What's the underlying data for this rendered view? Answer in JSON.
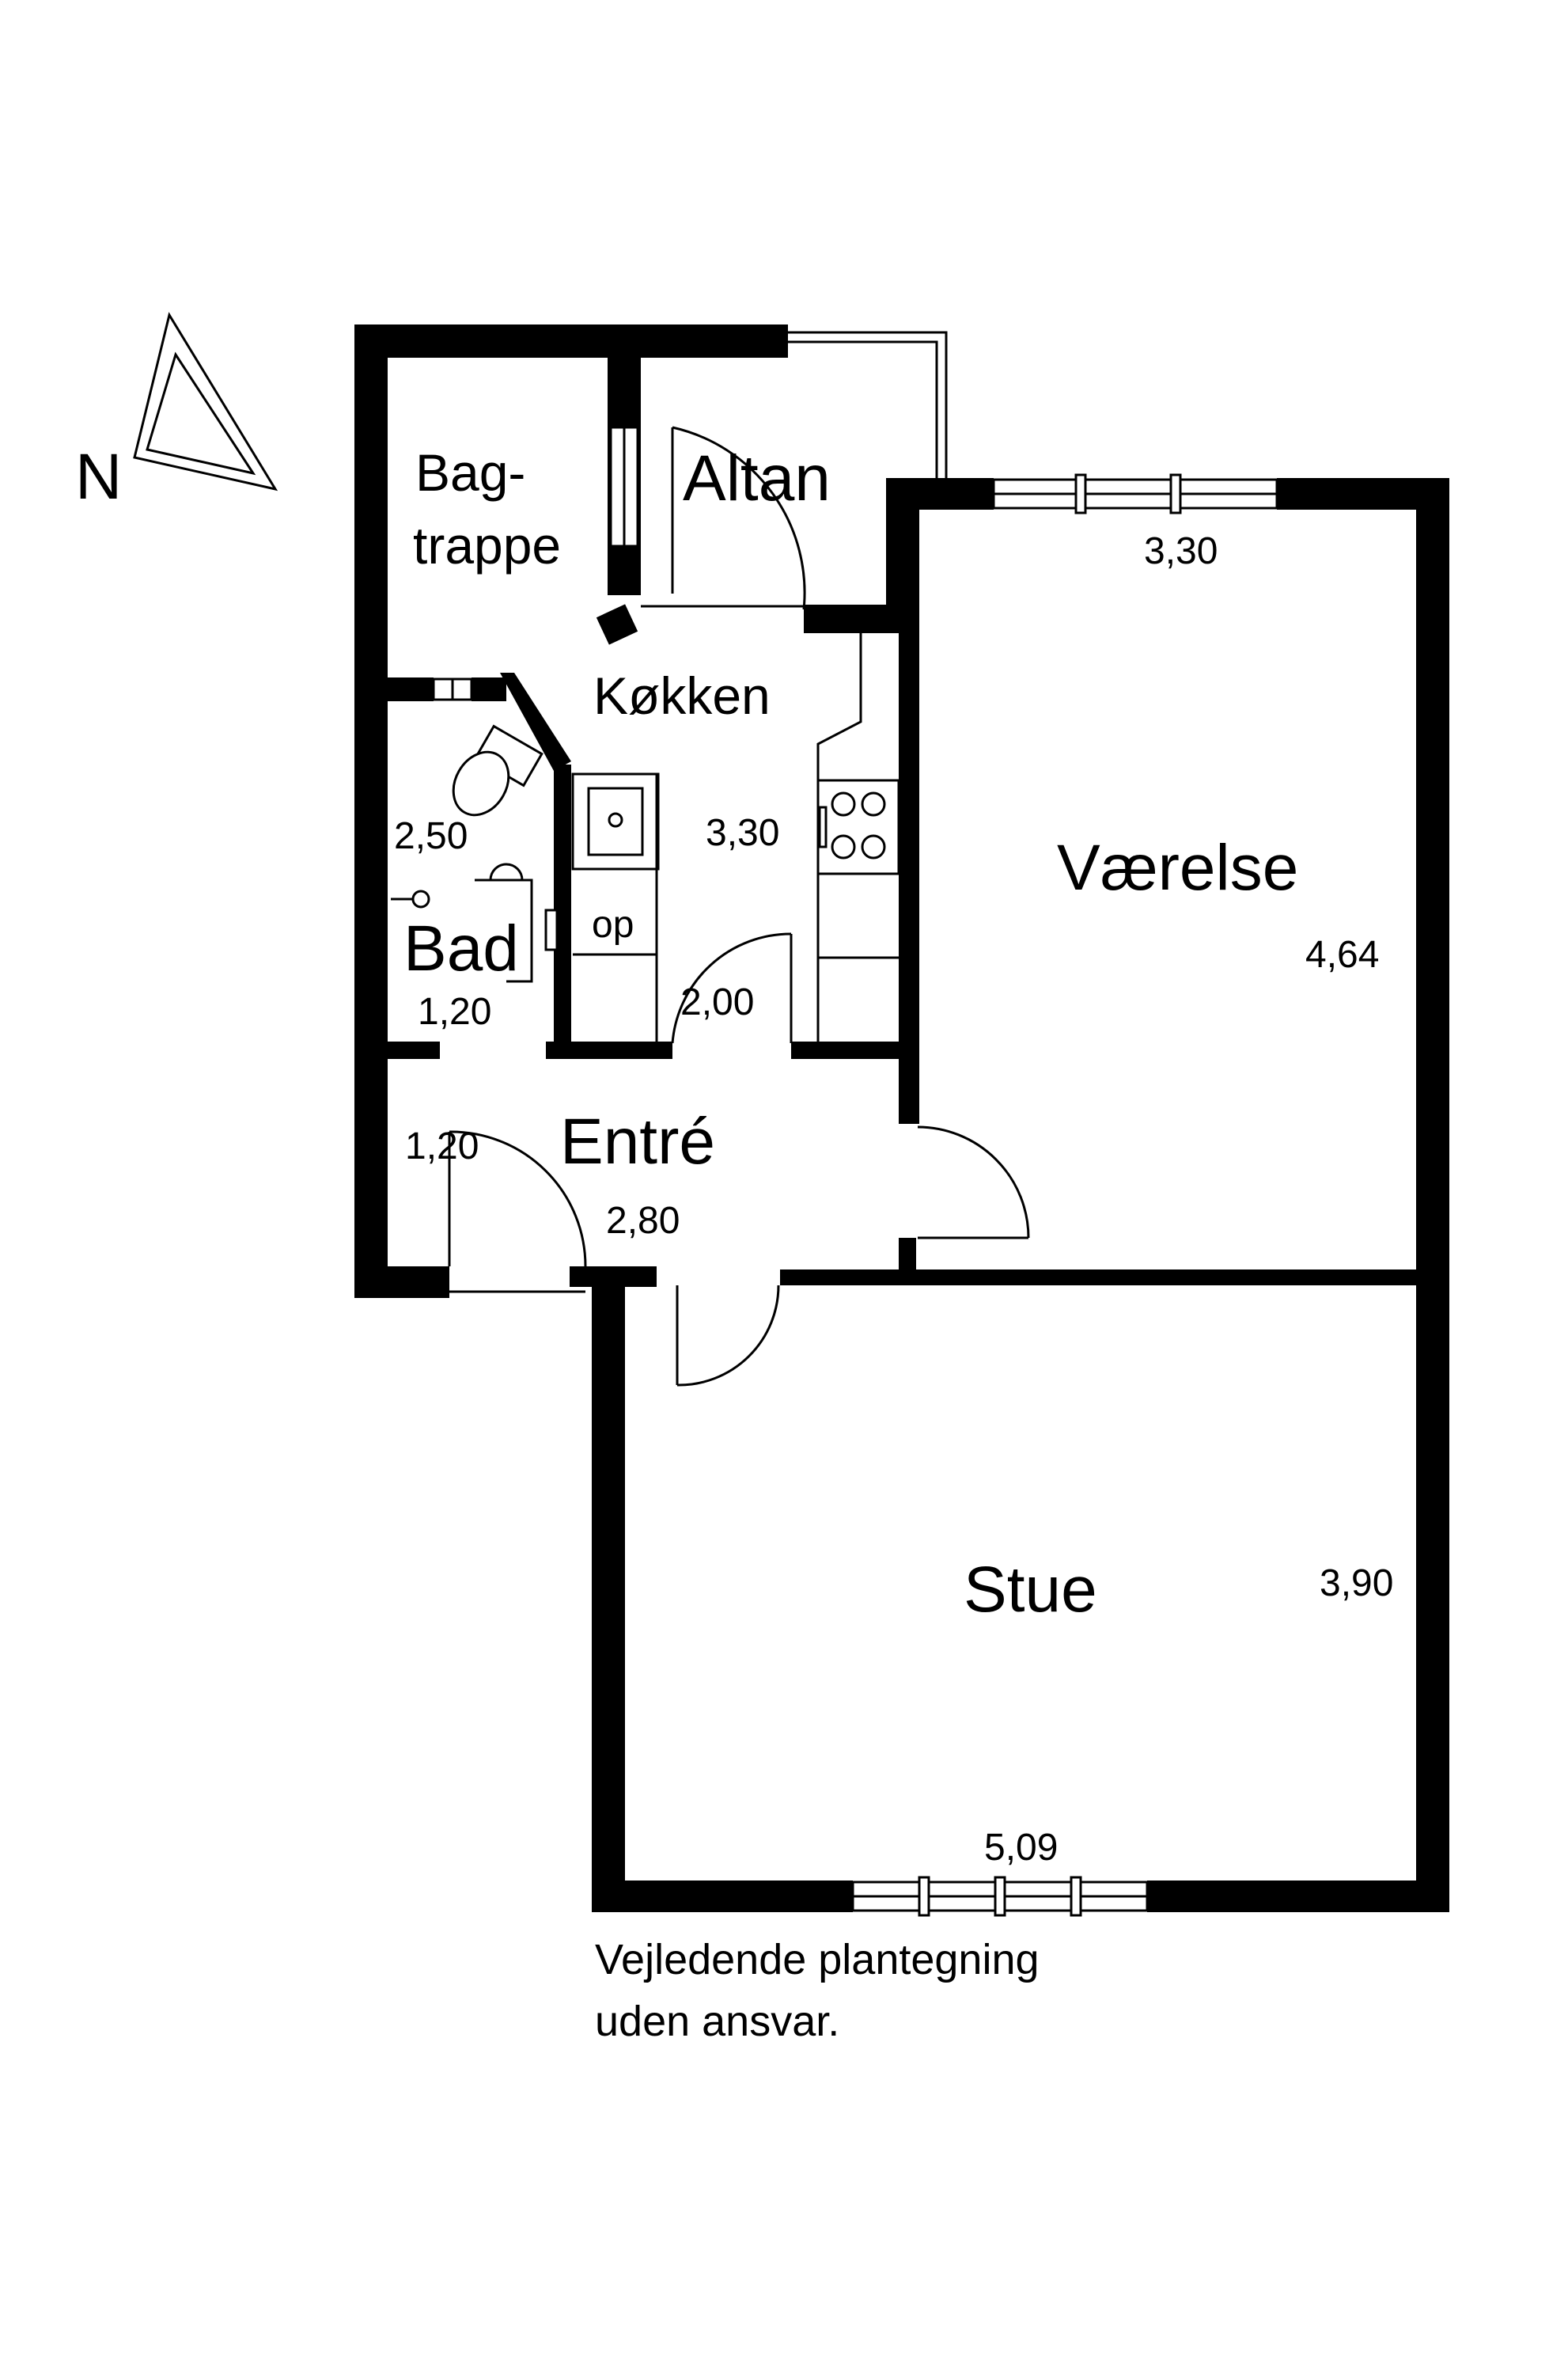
{
  "compass": {
    "label": "N"
  },
  "rooms": {
    "bagtrappe": {
      "line1": "Bag-",
      "line2": "trappe"
    },
    "altan": "Altan",
    "kokken": "Køkken",
    "bad": "Bad",
    "entre": "Entré",
    "vaerelse": "Værelse",
    "stue": "Stue"
  },
  "fixtures": {
    "op": "op"
  },
  "dimensions": {
    "vaerelse_width": "3,30",
    "vaerelse_length": "4,64",
    "kokken_length": "3,30",
    "kokken_width": "2,00",
    "bad_length": "2,50",
    "bad_width": "1,20",
    "entre_width": "1,20",
    "entre_length": "2,80",
    "stue_width": "5,09",
    "stue_length": "3,90"
  },
  "disclaimer": {
    "line1": "Vejledende plantegning",
    "line2": "uden ansvar."
  }
}
